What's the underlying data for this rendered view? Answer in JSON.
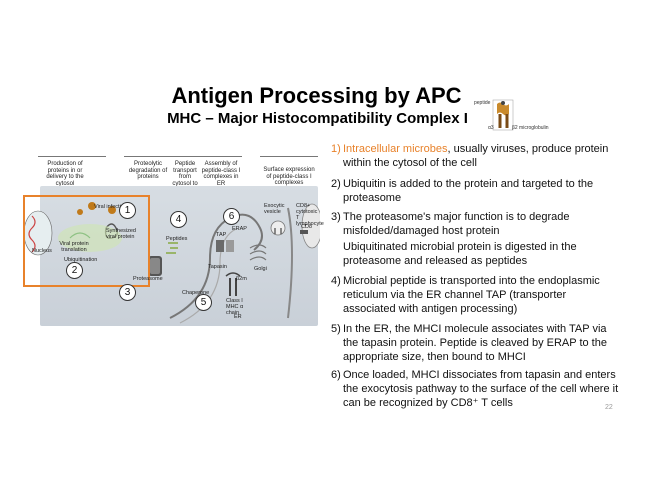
{
  "slide": {
    "title": "Antigen Processing by APC",
    "subtitle": "MHC – Major Histocompatibility Complex I",
    "page_number": "22"
  },
  "mhc_diagram": {
    "peptide_label": "peptide",
    "alpha3_label": "α3",
    "b2m_label": "β2 microglobulin"
  },
  "figure": {
    "headers": [
      "Production of proteins in or delivery to the cytosol",
      "Proteolytic degradation of proteins",
      "Peptide transport from cytosol to ER",
      "Assembly of peptide-class I complexes in ER",
      "Surface expression of peptide-class I complexes"
    ],
    "labels": {
      "viral_infection": "Viral infection",
      "synthesized_viral_protein": "Synthesized viral protein",
      "nucleus": "Nucleus",
      "viral_protein_translation": "Viral protein translation",
      "ubiquitination": "Ubiquitination",
      "proteasome": "Proteasome",
      "peptides": "Peptides",
      "tap": "TAP",
      "erap": "ERAP",
      "tapasin": "Tapasin",
      "chaperone": "Chaperone",
      "class_i_mhc": "Class I MHC α chain",
      "b2m": "β2m",
      "golgi": "Golgi",
      "er": "ER",
      "exocytic_vesicle": "Exocytic vesicle",
      "cd8_t": "CD8+ cytotoxic T lymphocyte",
      "cd8": "CD8"
    },
    "step_numbers": [
      "1",
      "2",
      "3",
      "4",
      "5",
      "6"
    ]
  },
  "steps": [
    {
      "num": "1)",
      "highlight": "Intracellular microbes",
      "text": ", usually viruses, produce protein within the cytosol of the cell"
    },
    {
      "num": "2)",
      "highlight": "",
      "text": "Ubiquitin is added to the protein and targeted to the proteasome"
    },
    {
      "num": "3)",
      "highlight": "",
      "text": "The proteasome's major function is to degrade misfolded/damaged host protein"
    },
    {
      "num": "",
      "highlight": "",
      "text": "Ubiquitinated microbial protein is digested in the proteasome and released as peptides"
    },
    {
      "num": "4)",
      "highlight": "",
      "text": "Microbial peptide is transported into the endoplasmic reticulum via the ER channel TAP (transporter associated with antigen processing)"
    },
    {
      "num": "5)",
      "highlight": "",
      "text": "In the ER, the MHCI molecule associates with TAP via the tapasin protein. Peptide is cleaved by ERAP to the appropriate size, then bound to MHCI"
    },
    {
      "num": "6)",
      "highlight": "",
      "text": "Once loaded, MHCI dissociates from tapasin and enters the exocytosis pathway to the surface of the cell where it can be recognized by CD8⁺ T cells"
    }
  ],
  "colors": {
    "accent": "#e8822b",
    "figure_bg": "#cfd6dd"
  }
}
